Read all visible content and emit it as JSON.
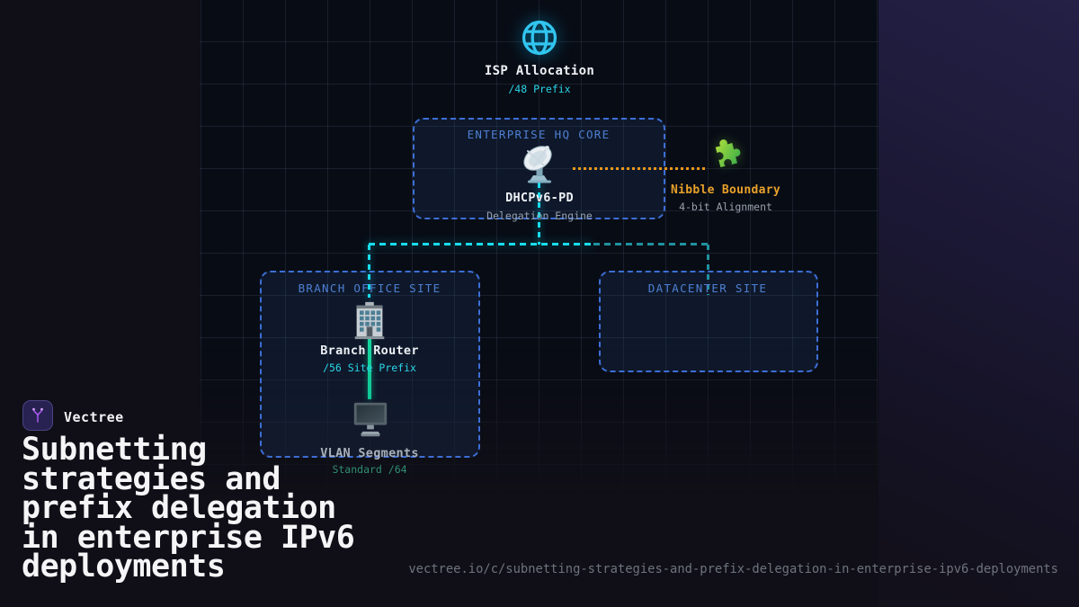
{
  "brand": {
    "name": "Vectree"
  },
  "title": "Subnetting\nstrategies and\nprefix delegation\nin enterprise IPv6\ndeployments",
  "url": "vectree.io/c/subnetting-strategies-and-prefix-delegation-in-enterprise-ipv6-deployments",
  "diagram": {
    "isp": {
      "label": "ISP Allocation",
      "sublabel": "/48 Prefix"
    },
    "hq": {
      "title": "ENTERPRISE HQ CORE",
      "label": "DHCPv6-PD",
      "sublabel": "Delegation Engine"
    },
    "nibble": {
      "label": "Nibble Boundary",
      "sublabel": "4-bit Alignment"
    },
    "branch": {
      "title": "BRANCH OFFICE SITE",
      "label": "Branch Router",
      "sublabel": "/56 Site Prefix",
      "device_label": "VLAN Segments",
      "device_sublabel": "Standard /64"
    },
    "datacenter": {
      "title": "DATACENTER SITE"
    }
  },
  "colors": {
    "box_border_blue": "#3d6ed6",
    "box_title_blue": "#4e7fd3",
    "cyan_accent": "#2bd5e8",
    "teal_bright": "#19dcec",
    "teal_muted": "#20919f",
    "green_line": "#12cf96",
    "orange_accent": "#e8961a",
    "logo_purple": "#a557ef"
  }
}
